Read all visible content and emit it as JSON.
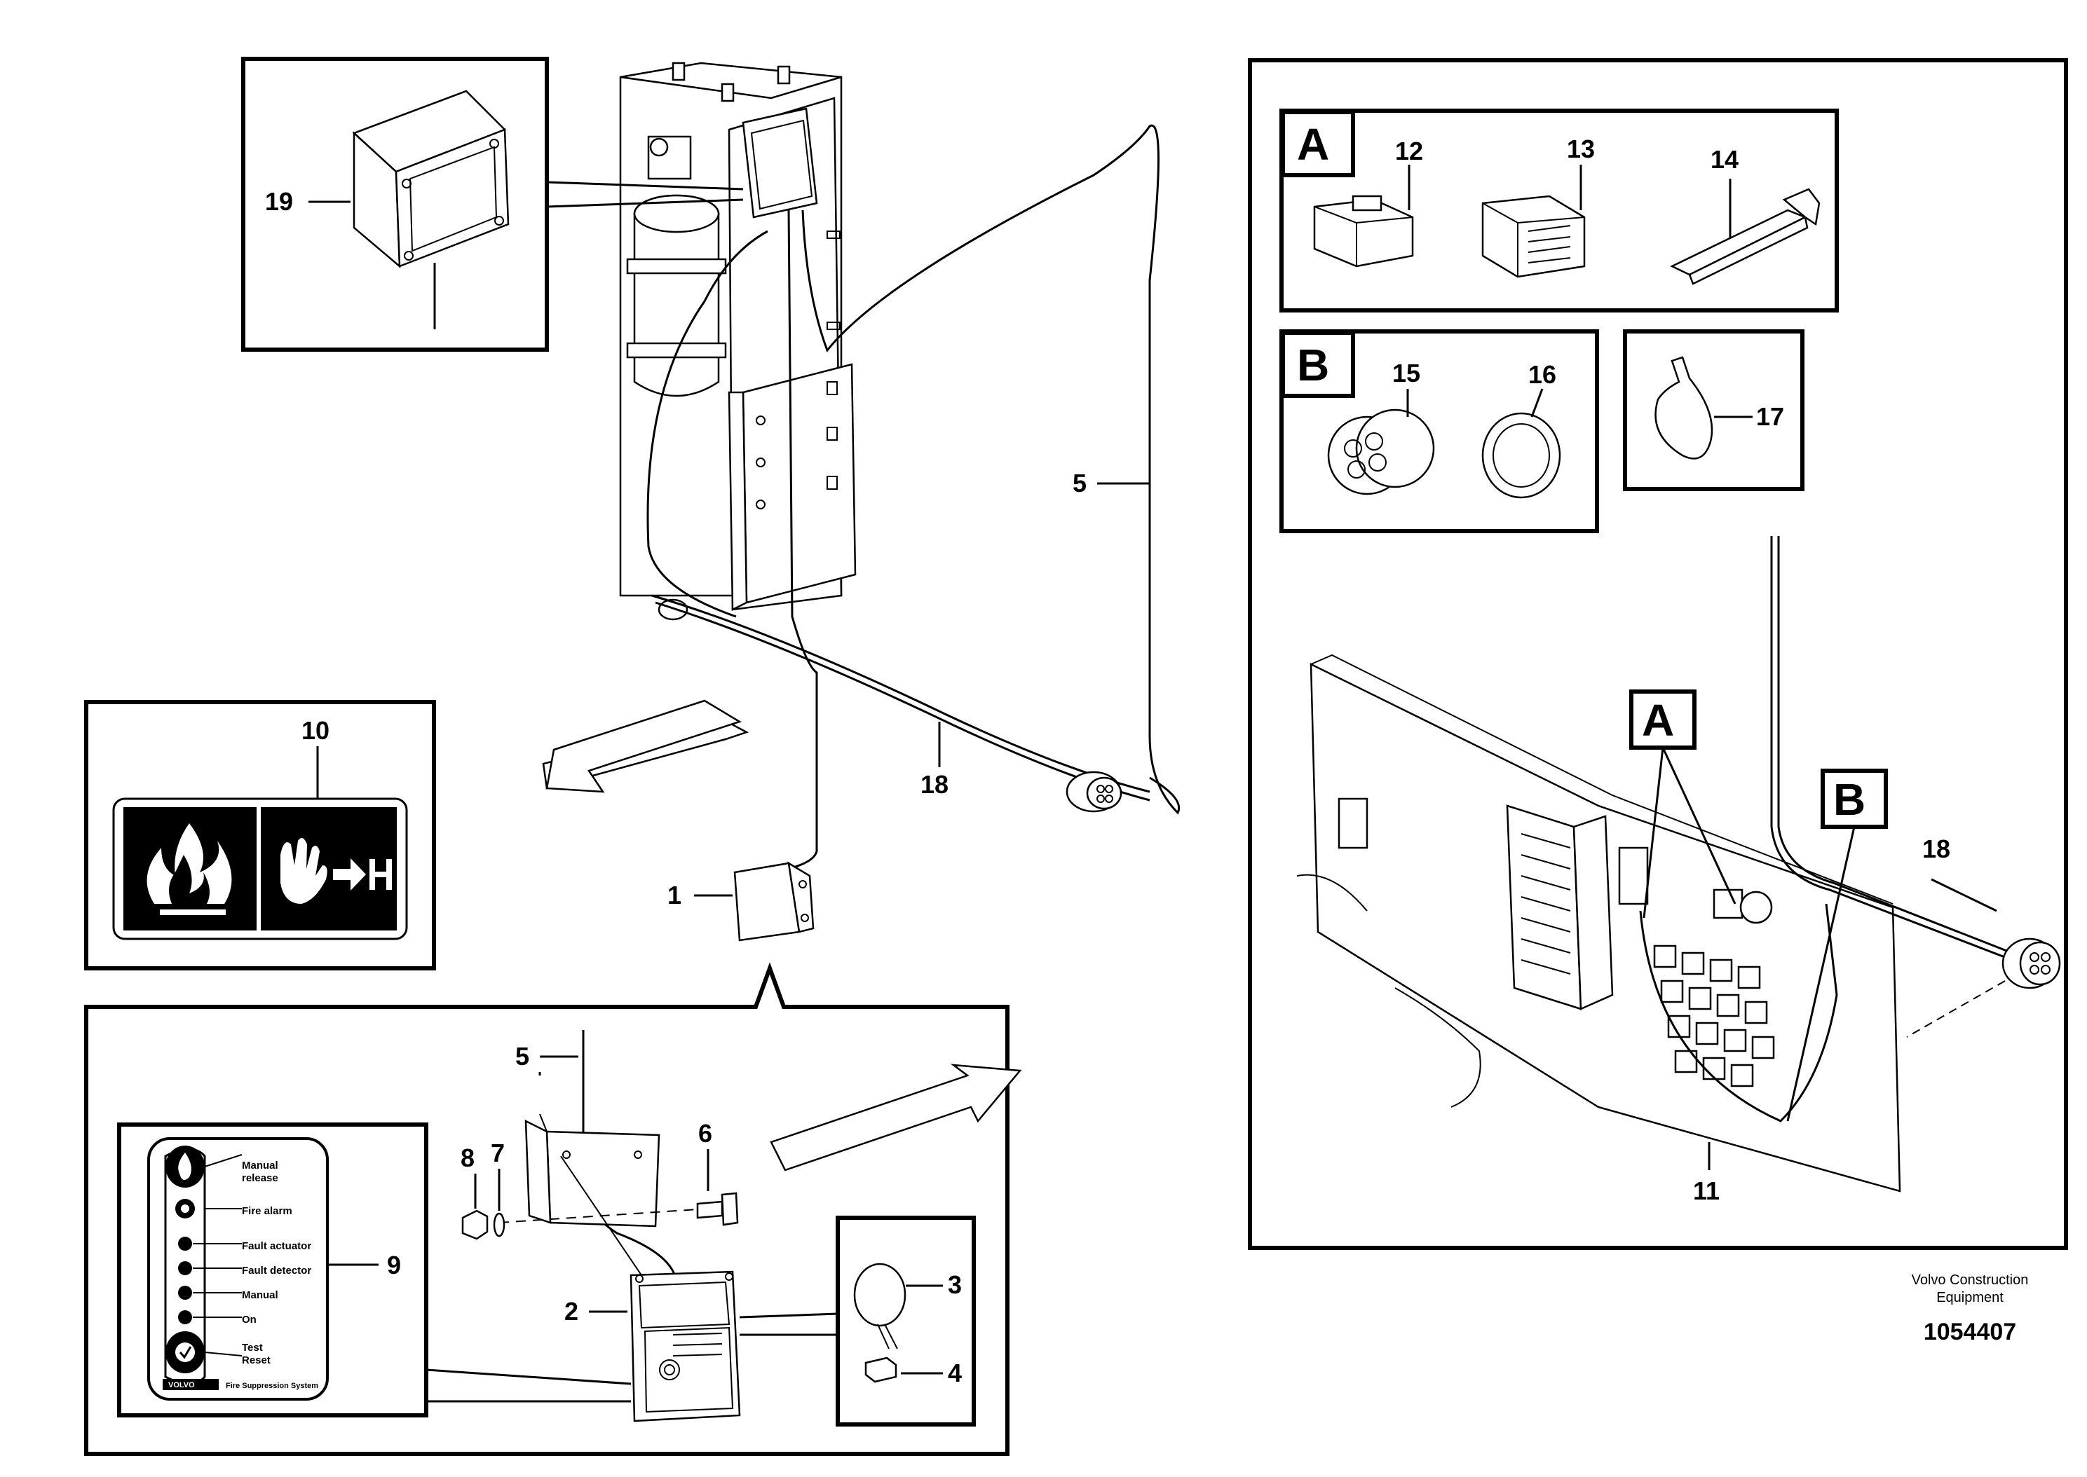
{
  "callouts": {
    "c1": "1",
    "c2": "2",
    "c3": "3",
    "c4": "4",
    "c5_top": "5",
    "c5_bottom": "5",
    "c6": "6",
    "c7": "7",
    "c8": "8",
    "c9": "9",
    "c10": "10",
    "c11": "11",
    "c12": "12",
    "c13": "13",
    "c14": "14",
    "c15": "15",
    "c16": "16",
    "c17": "17",
    "c18_left": "18",
    "c18_right": "18",
    "c19": "19"
  },
  "letters": {
    "a_box": "A",
    "b_box": "B",
    "a_marker": "A",
    "b_marker": "B"
  },
  "panel9": {
    "items": [
      "Manual release",
      "Fire alarm",
      "Fault actuator",
      "Fault detector",
      "Manual",
      "On",
      "Test Reset"
    ],
    "logo": "VOLVO",
    "footer": "Fire Suppression System"
  },
  "credit": {
    "line1": "Volvo Construction",
    "line2": "Equipment",
    "docnum": "1054407"
  },
  "icons": [
    "fire-warning-icon",
    "manual-release-hand-icon",
    "direction-arrow-icon"
  ]
}
